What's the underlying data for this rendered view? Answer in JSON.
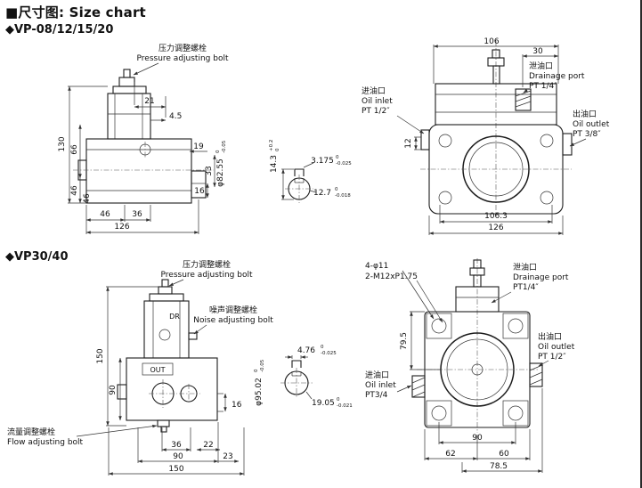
{
  "header": {
    "bullet": "■",
    "title": "尺寸图: Size chart"
  },
  "vp08": {
    "bullet": "◆",
    "heading": "VP-08/12/15/20",
    "side": {
      "pressure_bolt_zh": "压力调整螺栓",
      "pressure_bolt_en": "Pressure adjusting bolt",
      "dim_21": "21",
      "dim_4_5": "4.5",
      "dim_130": "130",
      "dim_66": "66",
      "dim_46_left": "46",
      "dim_46_left2": "46",
      "dim_19": "19",
      "dim_33": "33",
      "dim_16": "16",
      "dim_46_bottom": "46",
      "dim_36": "36",
      "dim_126": "126",
      "pilot_dia": "φ82.55",
      "pilot_tol_up": "0",
      "pilot_tol_dn": "-0.05"
    },
    "shaft": {
      "dim_14_3": "14.3",
      "tol_14_3_up": "+0.2",
      "tol_14_3_dn": "0",
      "dim_3_175": "3.175",
      "tol_3_175_up": "0",
      "tol_3_175_dn": "-0.025",
      "dim_12_7": "12.7",
      "tol_12_7_up": "0",
      "tol_12_7_dn": "-0.018"
    },
    "front": {
      "dim_106": "106",
      "dim_30": "30",
      "dim_12": "12",
      "dim_106_3": "106.3",
      "dim_126": "126",
      "drain_zh": "泄油口",
      "drain_en": "Drainage port",
      "drain_port": "PT 1/4″",
      "inlet_zh": "进油口",
      "inlet_en": "Oil inlet",
      "inlet_port": "PT 1/2″",
      "outlet_zh": "出油口",
      "outlet_en": "Oil outlet",
      "outlet_port": "PT 3/8″"
    }
  },
  "vp30": {
    "bullet": "◆",
    "heading": "VP30/40",
    "side": {
      "pressure_bolt_zh": "压力调整螺栓",
      "pressure_bolt_en": "Pressure adjusting bolt",
      "noise_bolt_zh": "噪声调整螺栓",
      "noise_bolt_en": "Noise adjusting bolt",
      "flow_bolt_zh": "流量调整螺栓",
      "flow_bolt_en": "Flow adjusting bolt",
      "dr_label": "DR",
      "out_label": "OUT",
      "dim_150_left": "150",
      "dim_90_left": "90",
      "dim_16": "16",
      "pilot_dia": "φ95.02",
      "pilot_tol_up": "0",
      "pilot_tol_dn": "-0.05",
      "dim_36": "36",
      "dim_22": "22",
      "dim_90_bottom": "90",
      "dim_23": "23",
      "dim_150_bottom": "150"
    },
    "shaft": {
      "dim_4_76": "4.76",
      "tol_4_76_up": "0",
      "tol_4_76_dn": "-0.025",
      "dim_19_05": "19.05",
      "tol_19_05_up": "0",
      "tol_19_05_dn": "-0.021"
    },
    "front": {
      "holes": "4-φ11",
      "threads": "2-M12xP1.75",
      "drain_zh": "泄油口",
      "drain_en": "Drainage port",
      "drain_port": "PT1/4″",
      "outlet_zh": "出油口",
      "outlet_en": "Oil outlet",
      "outlet_port": "PT 1/2″",
      "inlet_zh": "进油口",
      "inlet_en": "Oil inlet",
      "inlet_port": "PT3/4",
      "dim_79_5": "79.5",
      "dim_90": "90",
      "dim_62": "62",
      "dim_60": "60",
      "dim_78_5": "78.5"
    }
  }
}
